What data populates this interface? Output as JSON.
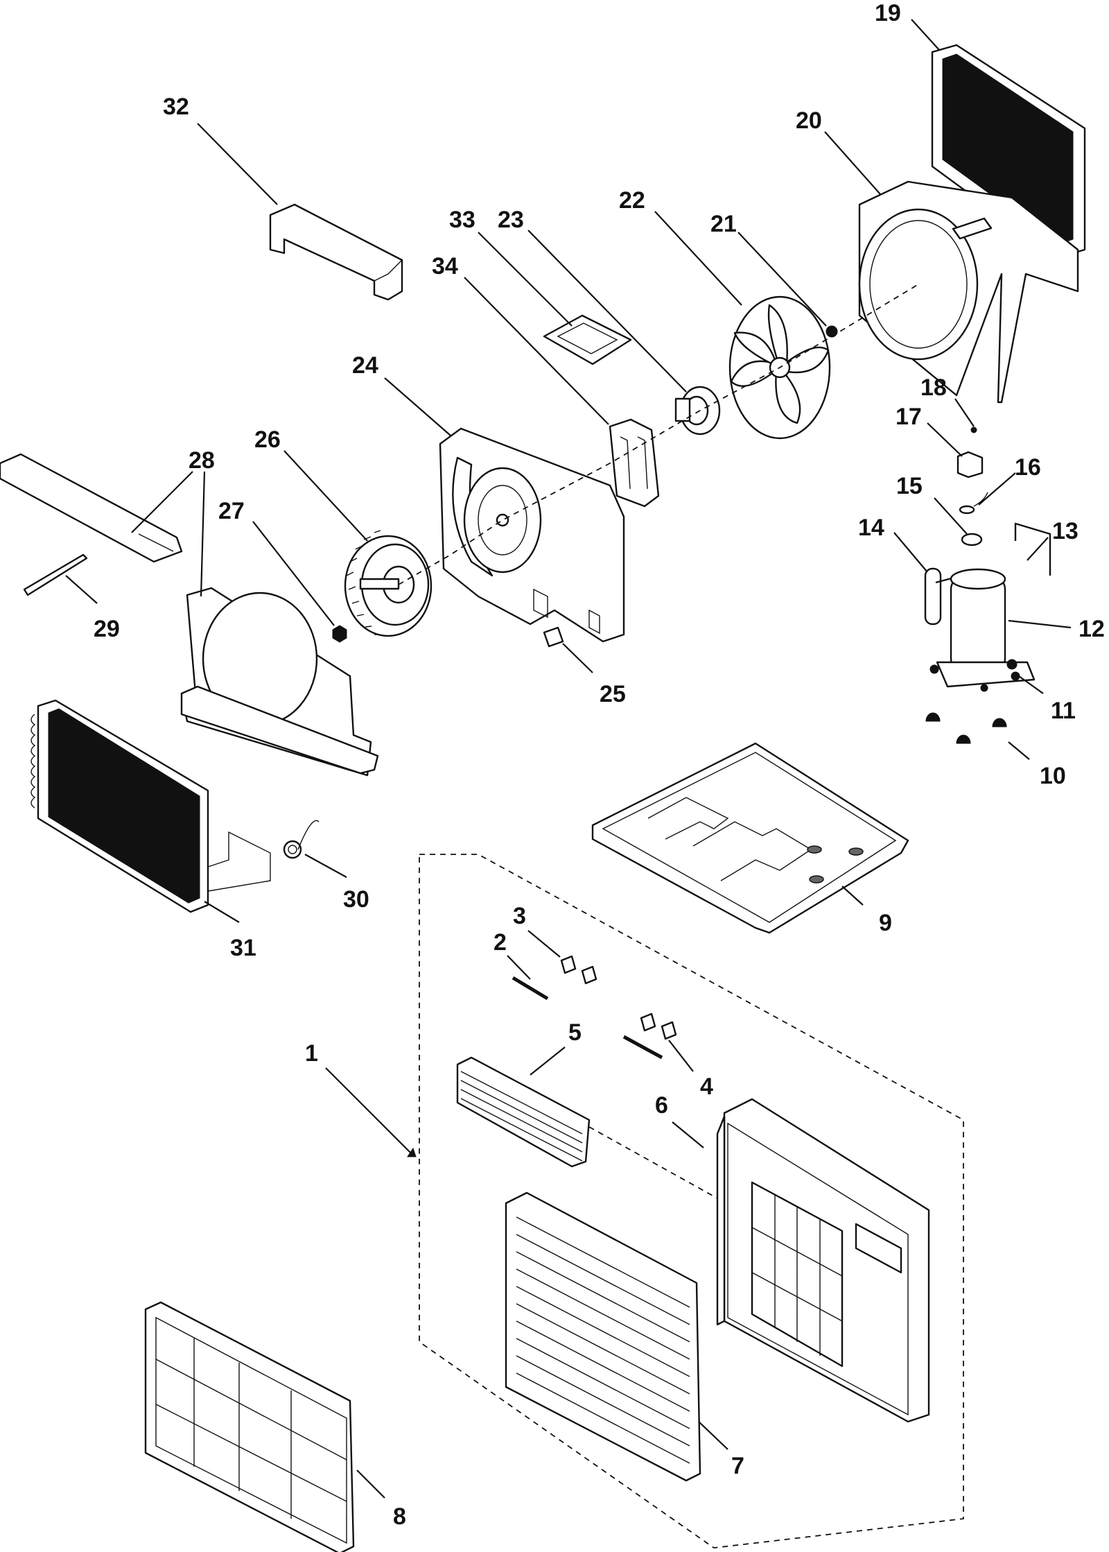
{
  "labels": {
    "p1": "1",
    "p2": "2",
    "p3": "3",
    "p4": "4",
    "p5": "5",
    "p6": "6",
    "p7": "7",
    "p8": "8",
    "p9": "9",
    "p10": "10",
    "p11": "11",
    "p12": "12",
    "p13": "13",
    "p14": "14",
    "p15": "15",
    "p16": "16",
    "p17": "17",
    "p18": "18",
    "p19": "19",
    "p20": "20",
    "p21": "21",
    "p22": "22",
    "p23": "23",
    "p24": "24",
    "p25": "25",
    "p26": "26",
    "p27": "27",
    "p28": "28",
    "p29": "29",
    "p30": "30",
    "p31": "31",
    "p32": "32",
    "p33": "33",
    "p34": "34"
  }
}
